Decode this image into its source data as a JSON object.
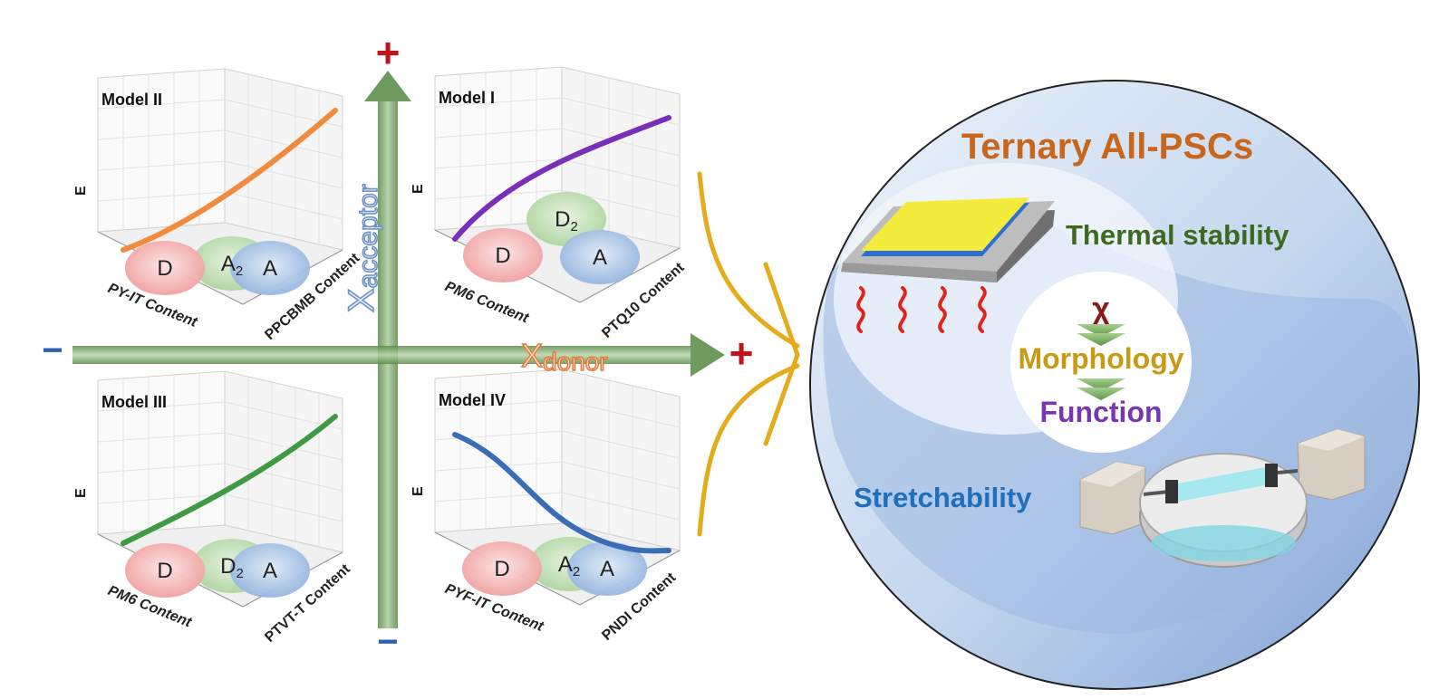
{
  "axes": {
    "vertical": {
      "label": "Χ",
      "subscript": "acceptor",
      "plus": "+",
      "minus": "−"
    },
    "horizontal": {
      "label": "Χ",
      "subscript": "donor",
      "plus": "+",
      "minus": "−"
    }
  },
  "colors": {
    "axis_green": "#6f9a5e",
    "plus_red": "#c0131b",
    "minus_blue": "#2f5fb0",
    "title_orange": "#c8671c",
    "thermal_green": "#3e6a20",
    "stretch_blue": "#1f6fbd",
    "morph_gold": "#c99a14",
    "function_purple": "#7a35b3",
    "chi_red": "#8b1a1a",
    "circle_D": "#f4a7a7",
    "circle_A": "#9ebbe3",
    "circle_mid": "#b5d8a7"
  },
  "panels": [
    {
      "title": "Model II",
      "ylabel": "E",
      "xlabel": "PY-IT Content",
      "zlabel": "PPCBMB Content",
      "circles": [
        {
          "main": "D",
          "sub": ""
        },
        {
          "main": "A",
          "sub": "2"
        },
        {
          "main": "A",
          "sub": ""
        }
      ],
      "curve_color": "#f08a3c",
      "trend": "increasing"
    },
    {
      "title": "Model I",
      "ylabel": "E",
      "xlabel": "PM6 Content",
      "zlabel": "PTQ10 Content",
      "circles": [
        {
          "main": "D",
          "sub": ""
        },
        {
          "main": "D",
          "sub": "2"
        },
        {
          "main": "A",
          "sub": ""
        }
      ],
      "curve_color": "#7a2fb8",
      "trend": "increasing"
    },
    {
      "title": "Model III",
      "ylabel": "E",
      "xlabel": "PM6 Content",
      "zlabel": "PTVT-T Content",
      "circles": [
        {
          "main": "D",
          "sub": ""
        },
        {
          "main": "D",
          "sub": "2"
        },
        {
          "main": "A",
          "sub": ""
        }
      ],
      "curve_color": "#3f9a44",
      "trend": "increasing"
    },
    {
      "title": "Model IV",
      "ylabel": "E",
      "xlabel": "PYF-IT Content",
      "zlabel": "PNDI Content",
      "circles": [
        {
          "main": "D",
          "sub": ""
        },
        {
          "main": "A",
          "sub": "2"
        },
        {
          "main": "A",
          "sub": ""
        }
      ],
      "curve_color": "#3a6db5",
      "trend": "decreasing"
    }
  ],
  "summary": {
    "title": "Ternary All-PSCs",
    "thermal": "Thermal stability",
    "chi": "χ",
    "morphology": "Morphology",
    "function": "Function",
    "stretch": "Stretchability"
  }
}
